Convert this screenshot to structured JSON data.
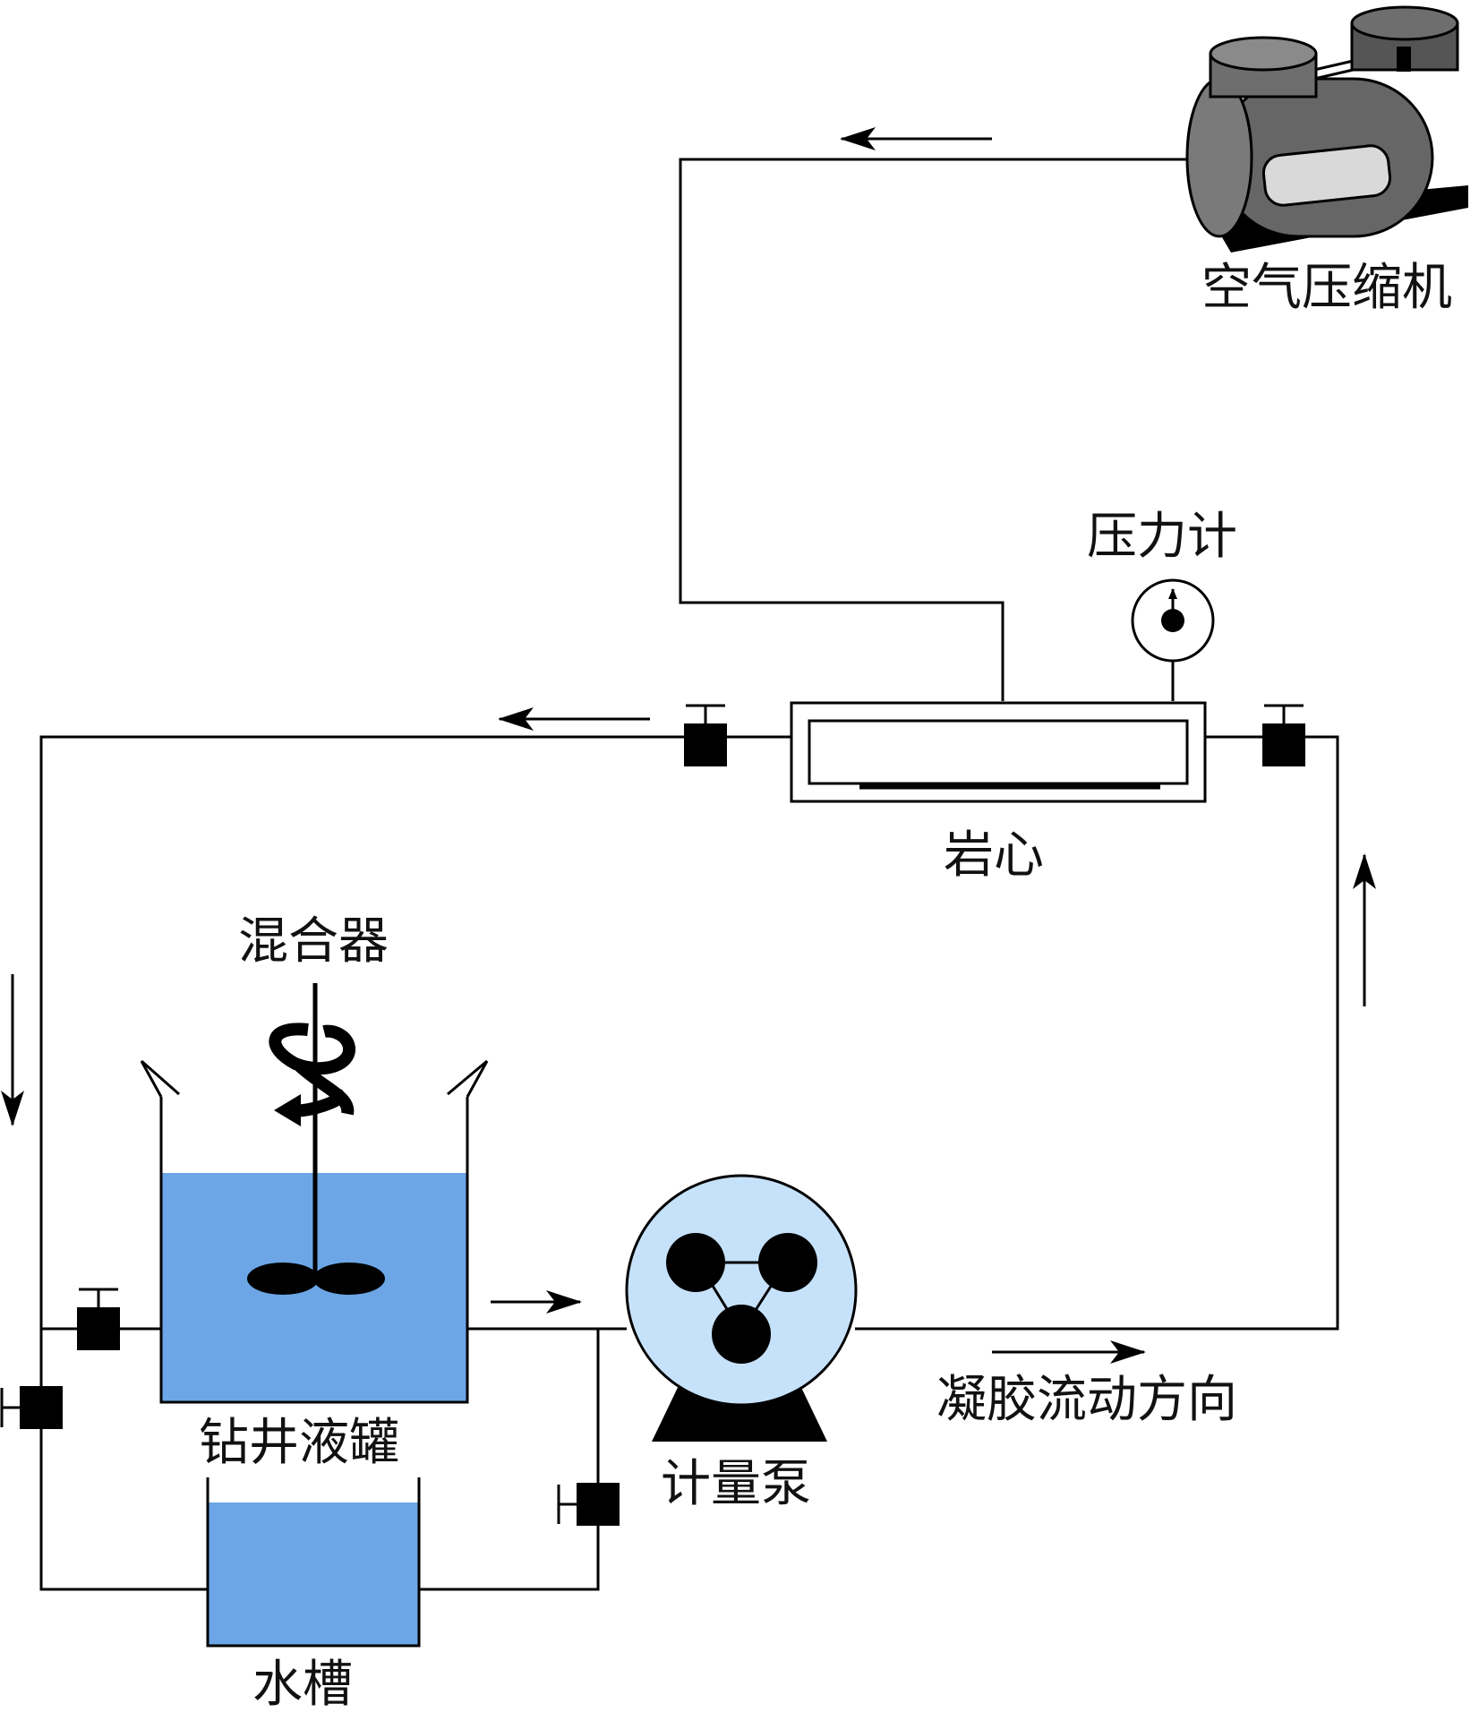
{
  "labels": {
    "compressor": "空气压缩机",
    "pressure_gauge": "压力计",
    "core": "岩心",
    "mixer": "混合器",
    "mud_tank": "钻井液罐",
    "water_tank": "水槽",
    "pump": "计量泵",
    "flow_direction": "凝胶流动方向"
  },
  "colors": {
    "liquid": "#6ca6e6",
    "pump_body": "#c6e2fb",
    "compressor_body": "#666666",
    "compressor_top": "#6e6e6e",
    "compressor_window": "#d9d9d9"
  },
  "icons": [
    "compressor-icon",
    "pressure-gauge-icon",
    "valve-icon",
    "mixer-rotation-icon",
    "pump-icon"
  ]
}
